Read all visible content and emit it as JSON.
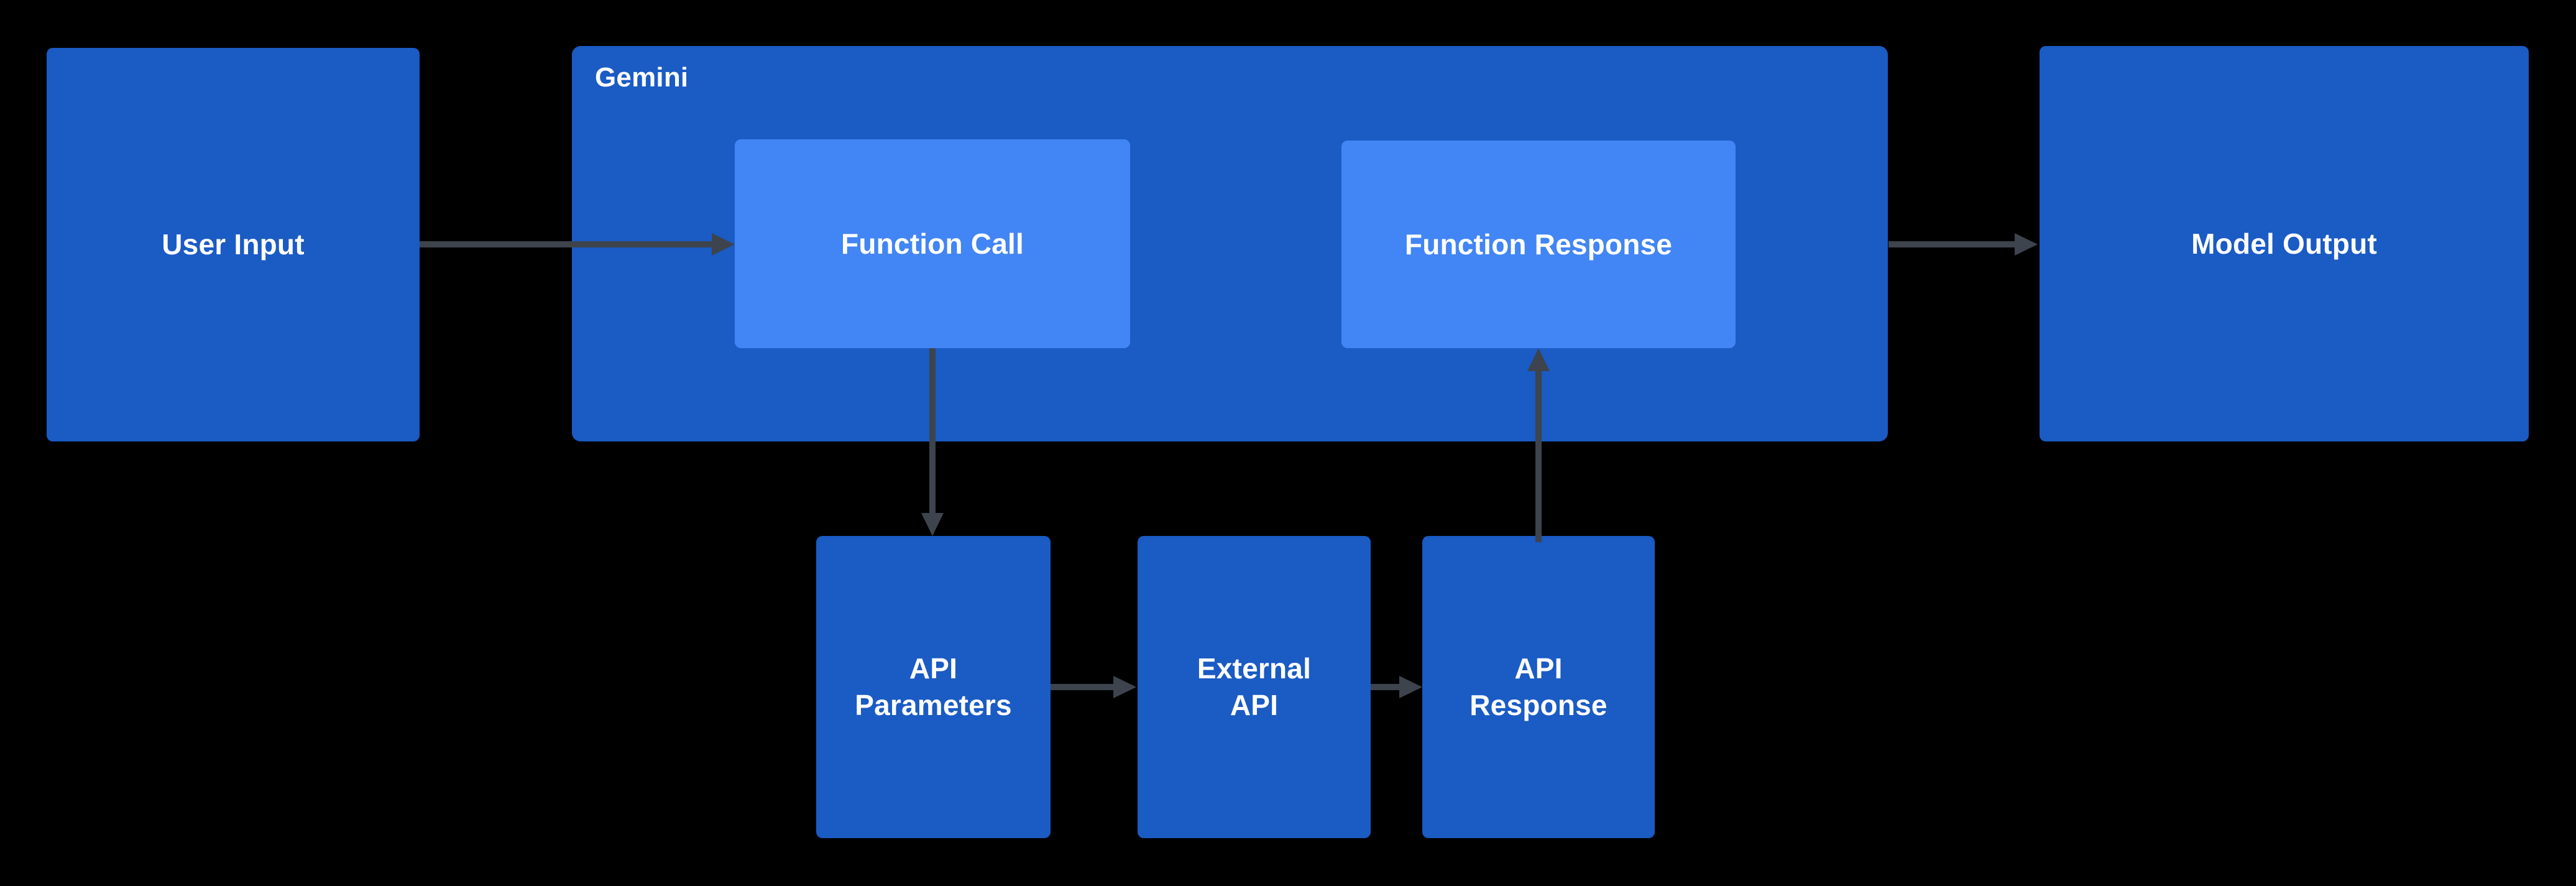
{
  "diagram": {
    "type": "flowchart",
    "background_color": "#000000",
    "node_color": "#1A5BC4",
    "inner_node_color": "#4285F4",
    "edge_color": "#3D444D",
    "text_color": "#FFFFFF",
    "subgraphs": [
      {
        "id": "gemini",
        "label": "Gemini"
      }
    ],
    "nodes": [
      {
        "id": "user_input",
        "label": "User Input",
        "group": null,
        "level": "outer"
      },
      {
        "id": "function_call",
        "label": "Function Call",
        "group": "gemini",
        "level": "inner"
      },
      {
        "id": "function_response",
        "label": "Function Response",
        "group": "gemini",
        "level": "inner"
      },
      {
        "id": "model_output",
        "label": "Model Output",
        "group": null,
        "level": "outer"
      },
      {
        "id": "api_parameters",
        "label_line1": "API",
        "label_line2": "Parameters",
        "group": null,
        "level": "outer"
      },
      {
        "id": "external_api",
        "label_line1": "External",
        "label_line2": "API",
        "group": null,
        "level": "outer"
      },
      {
        "id": "api_response",
        "label_line1": "API",
        "label_line2": "Response",
        "group": null,
        "level": "outer"
      }
    ],
    "edges": [
      {
        "from": "user_input",
        "to": "function_call",
        "direction": "right"
      },
      {
        "from": "function_call",
        "to": "api_parameters",
        "direction": "down"
      },
      {
        "from": "api_parameters",
        "to": "external_api",
        "direction": "right"
      },
      {
        "from": "external_api",
        "to": "api_response",
        "direction": "right"
      },
      {
        "from": "api_response",
        "to": "function_response",
        "direction": "up"
      },
      {
        "from": "function_response",
        "to": "model_output",
        "direction": "right"
      }
    ]
  }
}
